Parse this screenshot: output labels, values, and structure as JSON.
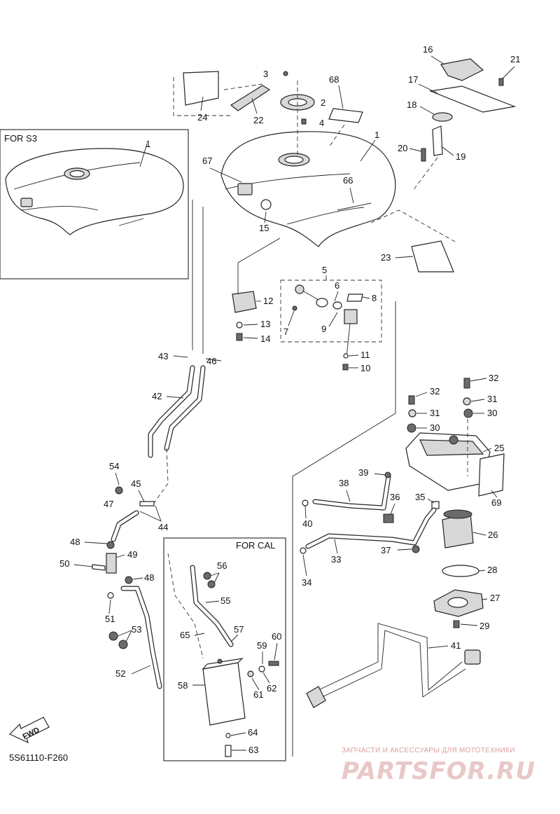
{
  "diagram": {
    "code": "5S61110-F260",
    "fwd_label": "FWD",
    "box_s3_title": "FOR S3",
    "box_cal_title": "FOR CAL",
    "watermark_top": "ЗАПЧАСТИ И АКСЕССУАРЫ ДЛЯ МОТОТЕХНИКИ",
    "watermark_main": "PARTSFOR.RU",
    "callouts": {
      "c1": "1",
      "c1b": "1",
      "c2": "2",
      "c3": "3",
      "c4": "4",
      "c5": "5",
      "c6": "6",
      "c7": "7",
      "c8": "8",
      "c9": "9",
      "c10": "10",
      "c11": "11",
      "c12": "12",
      "c13": "13",
      "c14": "14",
      "c15": "15",
      "c16": "16",
      "c17": "17",
      "c18": "18",
      "c19": "19",
      "c20": "20",
      "c21": "21",
      "c22": "22",
      "c23": "23",
      "c24": "24",
      "c25": "25",
      "c26": "26",
      "c27": "27",
      "c28": "28",
      "c29": "29",
      "c30a": "30",
      "c30b": "30",
      "c31a": "31",
      "c31b": "31",
      "c32a": "32",
      "c32b": "32",
      "c33": "33",
      "c34": "34",
      "c35": "35",
      "c36": "36",
      "c37": "37",
      "c38": "38",
      "c39": "39",
      "c40": "40",
      "c41": "41",
      "c42": "42",
      "c43": "43",
      "c44": "44",
      "c45": "45",
      "c46": "46",
      "c47": "47",
      "c48a": "48",
      "c48b": "48",
      "c49": "49",
      "c50": "50",
      "c51": "51",
      "c52": "52",
      "c53": "53",
      "c54": "54",
      "c55": "55",
      "c56": "56",
      "c57": "57",
      "c58": "58",
      "c59": "59",
      "c60": "60",
      "c61": "61",
      "c62": "62",
      "c63": "63",
      "c64": "64",
      "c65": "65",
      "c66": "66",
      "c67": "67",
      "c68": "68",
      "c69": "69"
    }
  }
}
